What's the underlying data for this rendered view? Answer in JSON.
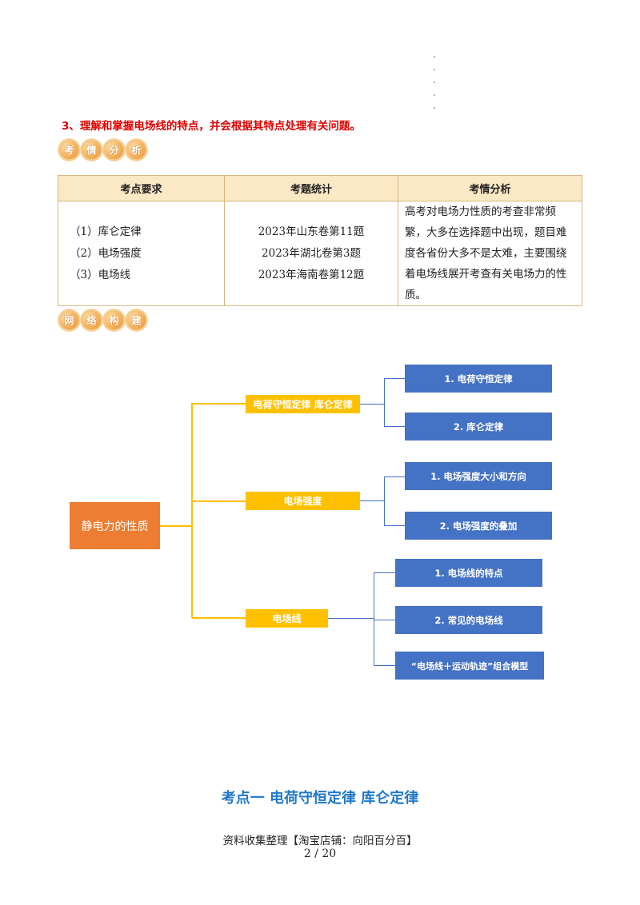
{
  "objective": "3、理解和掌握电场线的特点，并会根据其特点处理有关问题。",
  "badge_exam": [
    "考",
    "情",
    "分",
    "析"
  ],
  "badge_network": [
    "网",
    "络",
    "构",
    "建"
  ],
  "table": {
    "headers": [
      "考点要求",
      "考题统计",
      "考情分析"
    ],
    "requirements": [
      "（1）库仑定律",
      "（2）电场强度",
      "（3）电场线"
    ],
    "statistics": [
      "2023年山东卷第11题",
      "2023年湖北卷第3题",
      "2023年海南卷第12题"
    ],
    "analysis": "高考对电场力性质的考查非常频繁，大多在选择题中出现，题目难度各省份大多不是太难，主要围绕着电场线展开考查有关电场力的性质。"
  },
  "mindmap": {
    "root": "静电力的性质",
    "branches": [
      {
        "label": "电荷守恒定律  库仑定律",
        "items": [
          "1. 电荷守恒定律",
          "2. 库仑定律"
        ]
      },
      {
        "label": "电场强度",
        "items": [
          "1. 电场强度大小和方向",
          "2. 电场强度的叠加"
        ]
      },
      {
        "label": "电场线",
        "items": [
          "1. 电场线的特点",
          "2. 常见的电场线",
          "“电场线＋运动轨迹”组合模型"
        ]
      }
    ],
    "colors": {
      "root": "#ed7d31",
      "branch": "#ffc000",
      "leaf": "#4472c4"
    }
  },
  "section_title": "考点一  电荷守恒定律  库仑定律",
  "footer": "资料收集整理【淘宝店铺：向阳百分百】",
  "page_number": "2  /  20"
}
